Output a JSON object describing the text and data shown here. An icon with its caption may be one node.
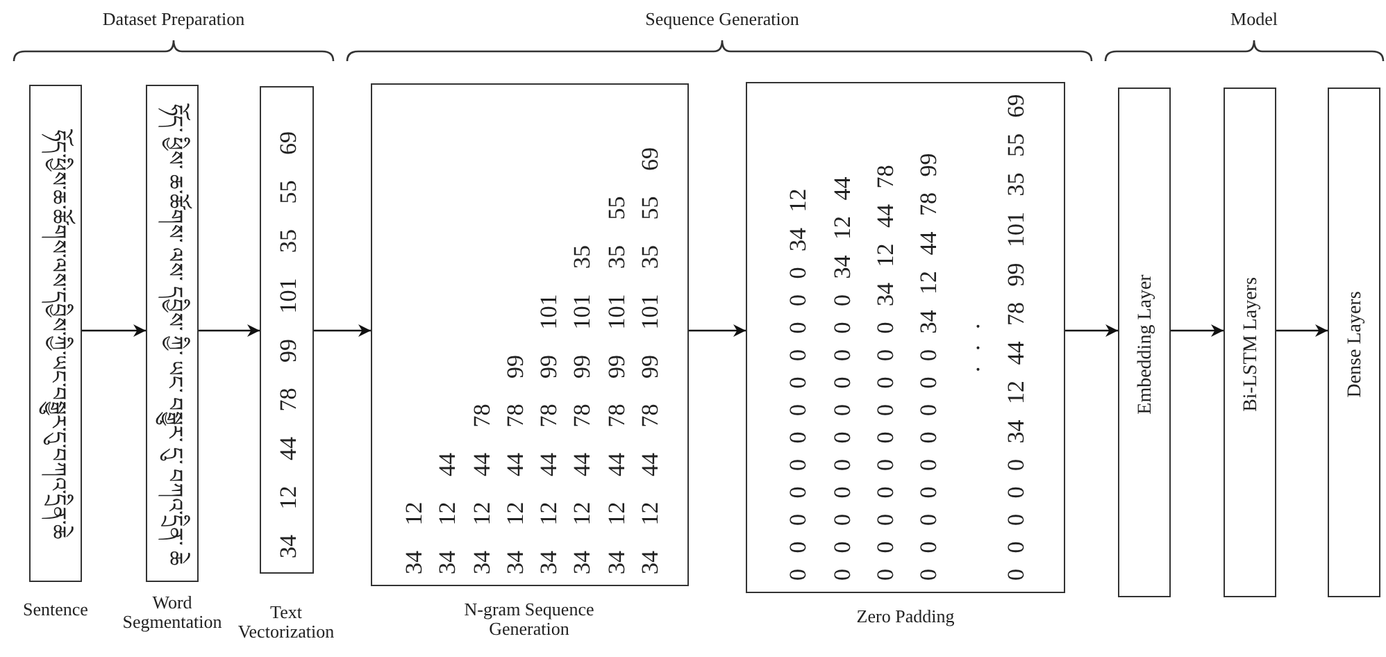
{
  "diagram": {
    "nodes": [
      {
        "text": [
          "ཧོད་ཕྱིས་ཆ་ཚོགས་ལས་དབྱིས་ཀྱི་ཡང་བསྒྱུར་དུ་བཀའ་དྲིན་ཆེ"
        ],
        "beside": [
          "Sentence"
        ]
      },
      {
        "text": [
          "ཧོད་ ཕྱིས་ ཆ་ཚོགས་ ལས་ དབྱིས་ ཀྱི་ ཡང་ བསྒྱུར་ དུ་ བཀའ་དྲིན་ ཆེ"
        ],
        "beside": [
          "Word Segmentation"
        ]
      },
      {
        "text": [
          "34 12 44 78 99 101 35 55 69"
        ],
        "beside": [
          "Text Vectorization"
        ]
      },
      {
        "text": [
          "34 12",
          "34 12 44",
          "34 12 44 78",
          "34 12 44 78 99",
          "34 12 44 78 99 101",
          "34 12 44 78 99 101 35",
          "34 12 44 78 99 101 35 55",
          "34 12 44 78 99 101 35 55 69"
        ],
        "beside": [
          "N-gram Sequence Generation"
        ]
      },
      {
        "text": [
          "0 0 0 0 0 0 0 0 0 0 0 0 34 12",
          "0 0 0 0 0 0 0 0 0 0 0 34 12 44",
          "0 0 0 0 0 0 0 0 0 0 34 12 44 78",
          "0 0 0 0 0 0 0 0 0 34 12 44 78 99",
          ". . .",
          "0 0 0 0 0 34 12 44 78 99 101 35 55 69"
        ],
        "beside": [
          "Zero Padding"
        ]
      },
      {
        "text": [
          "Embedding Layer"
        ]
      },
      {
        "text": [
          "Bi-LSTM Layers"
        ]
      },
      {
        "text": [
          "Dense Layers"
        ]
      }
    ],
    "edges": [
      {
        "from": 0,
        "to": 1,
        "arrow": "to"
      },
      {
        "from": 1,
        "to": 2,
        "arrow": "to"
      },
      {
        "from": 2,
        "to": 3,
        "arrow": "to"
      },
      {
        "from": 3,
        "to": 4,
        "arrow": "to"
      },
      {
        "from": 4,
        "to": 5,
        "arrow": "to"
      },
      {
        "from": 5,
        "to": 6,
        "arrow": "to"
      },
      {
        "from": 6,
        "to": 7,
        "arrow": "to"
      }
    ],
    "labels": [
      "Dataset Preparation",
      "Sequence Generation",
      "Model"
    ]
  }
}
